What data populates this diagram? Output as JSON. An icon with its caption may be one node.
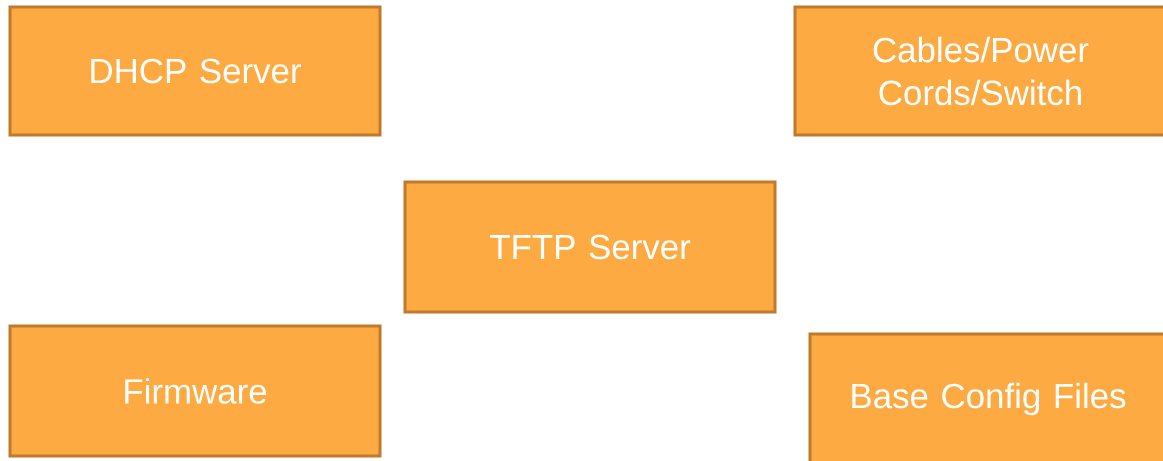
{
  "diagram": {
    "nodes": [
      {
        "text": [
          "DHCP Server"
        ]
      },
      {
        "text": [
          "Cables/Power Cords/Switch"
        ]
      },
      {
        "text": [
          "TFTP Server"
        ]
      },
      {
        "text": [
          "Firmware"
        ]
      },
      {
        "text": [
          "Base Config Files"
        ]
      }
    ]
  }
}
